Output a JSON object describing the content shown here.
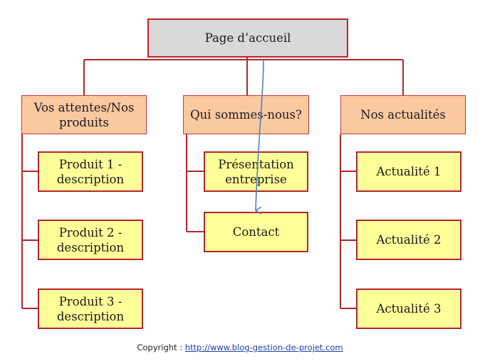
{
  "diagram": {
    "root": "Page d’accueil",
    "sections": [
      {
        "title": "Vos attentes/Nos\nproduits",
        "items": [
          "Produit 1 -\ndescription",
          "Produit 2 -\ndescription",
          "Produit 3 -\ndescription"
        ]
      },
      {
        "title": "Qui sommes-nous?",
        "items": [
          "Présentation\nentreprise",
          "Contact"
        ]
      },
      {
        "title": "Nos actualités",
        "items": [
          "Actualité  1",
          "Actualité  2",
          "Actualité  3"
        ]
      }
    ]
  },
  "footer": {
    "label": "Copyright : ",
    "link": "http://www.blog-gestion-de-projet.com"
  },
  "colors": {
    "connector": "#b3262c",
    "arrow": "#4f81bd"
  }
}
